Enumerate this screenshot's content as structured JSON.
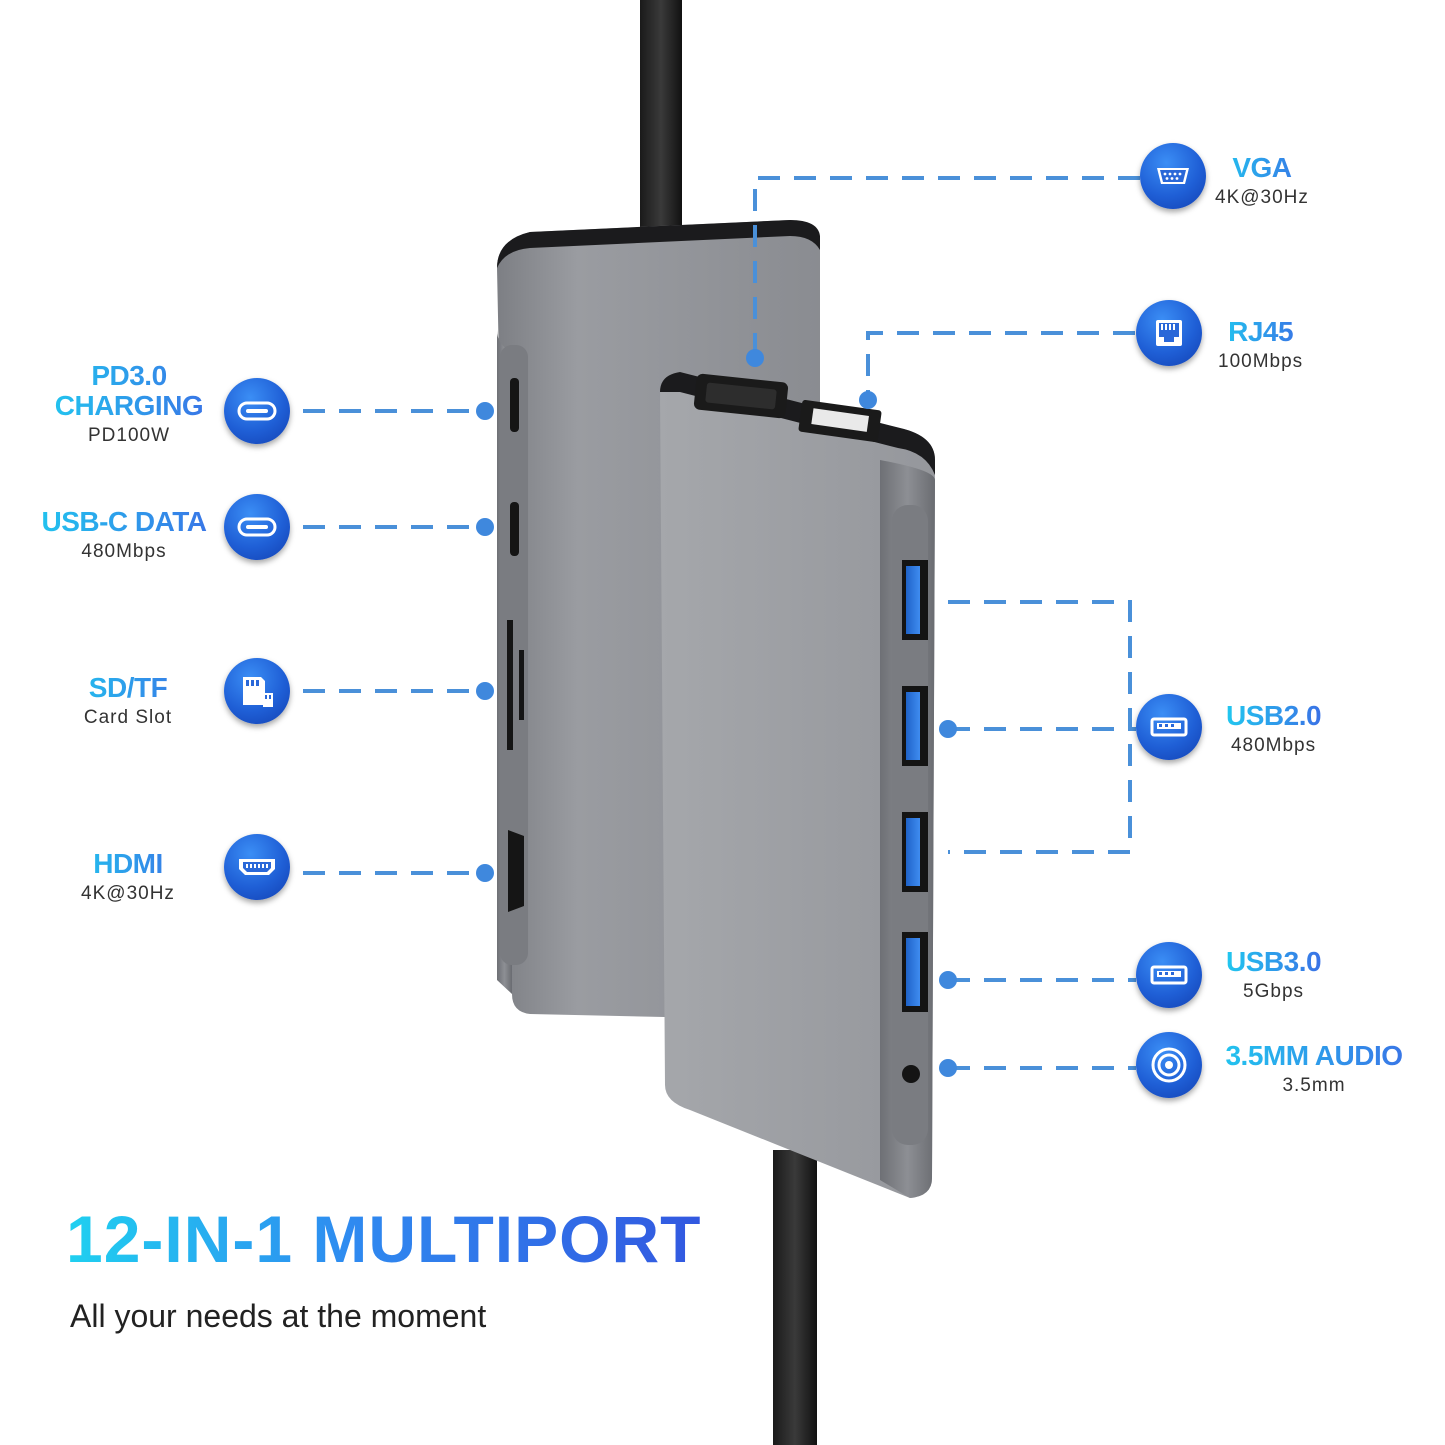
{
  "headline": "12-IN-1 MULTIPORT",
  "tagline": "All your needs at the moment",
  "colors": {
    "accent_cyan": "#21c7ef",
    "accent_blue": "#2f6fe4",
    "connector_line": "#4a90d9",
    "hub_body": "#8e9095"
  },
  "ports": {
    "vga": {
      "title": "VGA",
      "spec": "4K@30Hz",
      "icon": "vga-port-icon"
    },
    "rj45": {
      "title": "RJ45",
      "spec": "100Mbps",
      "icon": "ethernet-port-icon"
    },
    "pd": {
      "title_line1": "PD3.0",
      "title_line2": "CHARGING",
      "spec": "PD100W",
      "icon": "usb-c-port-icon"
    },
    "usbc": {
      "title": "USB-C DATA",
      "spec": "480Mbps",
      "icon": "usb-c-port-icon"
    },
    "sd": {
      "title": "SD/TF",
      "spec": "Card Slot",
      "icon": "sd-card-icon"
    },
    "hdmi": {
      "title": "HDMI",
      "spec": "4K@30Hz",
      "icon": "hdmi-port-icon"
    },
    "usb2": {
      "title": "USB2.0",
      "spec": "480Mbps",
      "icon": "usb-a-port-icon"
    },
    "usb3": {
      "title": "USB3.0",
      "spec": "5Gbps",
      "icon": "usb-a-port-icon"
    },
    "audio": {
      "title": "3.5MM AUDIO",
      "spec": "3.5mm",
      "icon": "audio-jack-icon"
    }
  }
}
